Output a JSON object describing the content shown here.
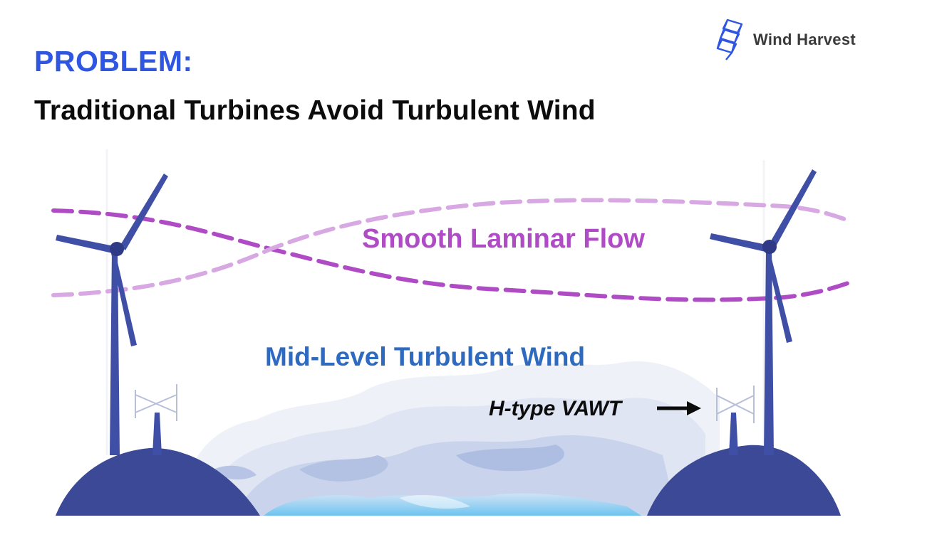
{
  "slide": {
    "problem_label": "PROBLEM:",
    "headline": "Traditional Turbines Avoid Turbulent Wind"
  },
  "brand": {
    "name": "Wind Harvest",
    "icon": "wind-harvest-logo-icon",
    "color": "#2f56e0"
  },
  "diagram": {
    "smooth_flow_label": "Smooth Laminar Flow",
    "turbulent_wind_label": "Mid-Level Turbulent Wind",
    "vawt_label": "H-type VAWT",
    "vawt_arrow_icon": "right-arrow-icon",
    "colors": {
      "problem": "#2f56e0",
      "laminar_flow": "#b04bc6",
      "turbulent_wind": "#2e6bc0",
      "turbine": "#3f4fa6",
      "hill": "#3b4996"
    }
  }
}
